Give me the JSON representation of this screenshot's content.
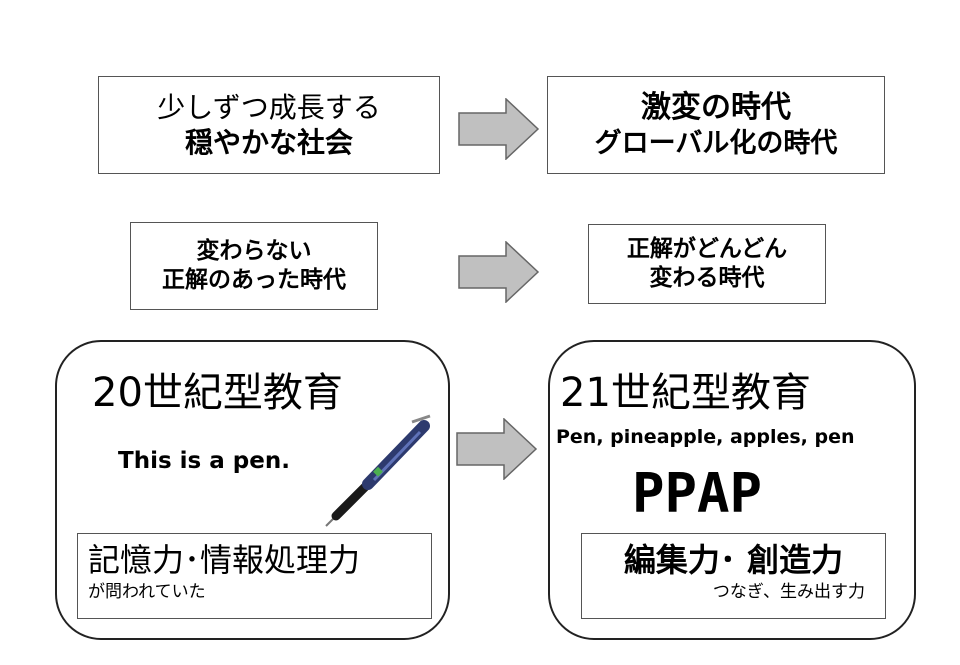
{
  "row1": {
    "left": {
      "line1": "少しずつ成長する",
      "line2": "穏やかな社会"
    },
    "right": {
      "line1": "激変の時代",
      "line2": "グローバル化の時代"
    }
  },
  "row2": {
    "left": {
      "line1": "変わらない",
      "line2": "正解のあった時代"
    },
    "right": {
      "line1": "正解がどんどん",
      "line2": "変わる時代"
    }
  },
  "edu20": {
    "title": "20世紀型教育",
    "phrase": "This is a pen.",
    "skill": "記憶力･情報処理力",
    "skill_note": "が問われていた"
  },
  "edu21": {
    "title": "21世紀型教育",
    "phrase": "Pen, pineapple, apples, pen",
    "acronym": "PPAP",
    "skill": "編集力･ 創造力",
    "skill_note": "つなぎ、生み出す力"
  },
  "icons": {
    "arrow": "right-arrow-icon",
    "pen": "ballpoint-pen-icon"
  },
  "colors": {
    "arrow_fill": "#c0c0c0",
    "arrow_stroke": "#666666"
  }
}
